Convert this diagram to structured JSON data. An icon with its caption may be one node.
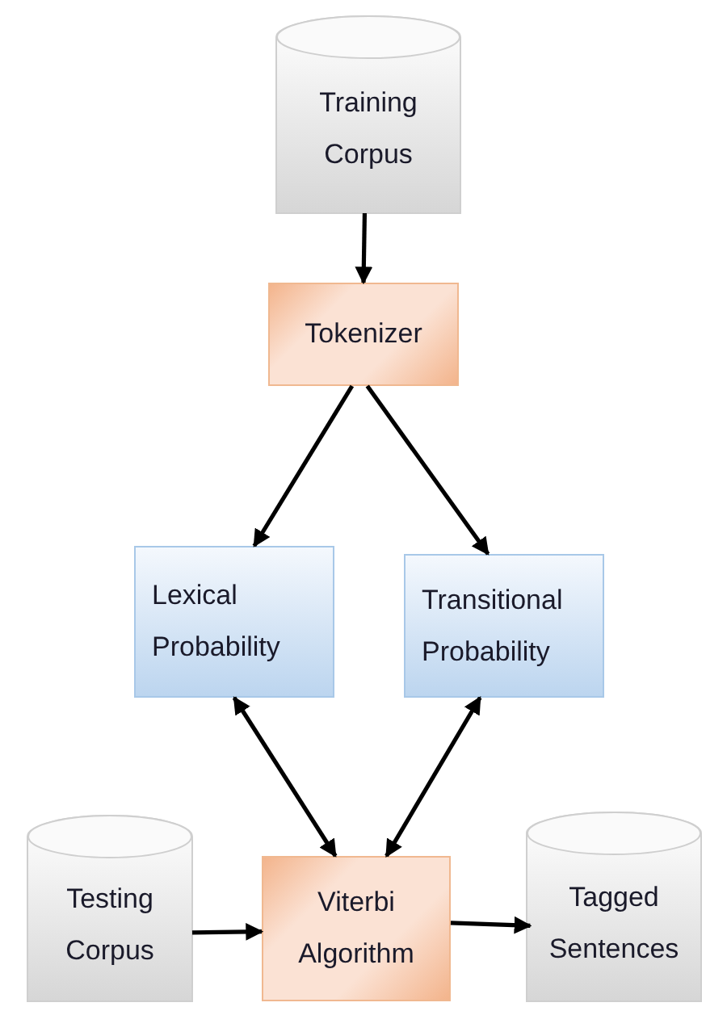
{
  "diagram": {
    "nodes": [
      {
        "text": [
          "Training Corpus"
        ]
      },
      {
        "text": [
          "Tokenizer"
        ]
      },
      {
        "text": [
          "Lexical Probability"
        ]
      },
      {
        "text": [
          "Transitional Probability"
        ]
      },
      {
        "text": [
          "Testing Corpus"
        ]
      },
      {
        "text": [
          "Viterbi Algorithm"
        ]
      },
      {
        "text": [
          "Tagged Sentences"
        ]
      }
    ],
    "edges": [
      {
        "from": 0,
        "to": 1,
        "arrow": "to"
      },
      {
        "from": 1,
        "to": 2,
        "arrow": "to"
      },
      {
        "from": 1,
        "to": 3,
        "arrow": "to"
      },
      {
        "from": 2,
        "to": 5,
        "arrow": "both"
      },
      {
        "from": 3,
        "to": 5,
        "arrow": "both"
      },
      {
        "from": 4,
        "to": 5,
        "arrow": "to"
      },
      {
        "from": 5,
        "to": 6,
        "arrow": "to"
      }
    ]
  }
}
